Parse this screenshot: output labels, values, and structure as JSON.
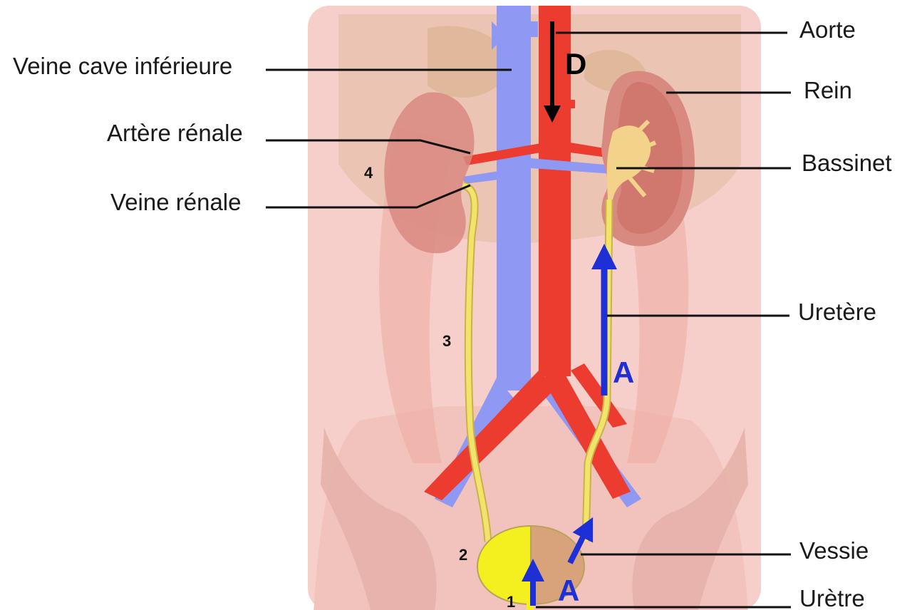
{
  "labels": {
    "aorte": "Aorte",
    "veine_cave": "Veine cave inférieure",
    "rein": "Rein",
    "artere_renale": "Artère rénale",
    "bassinet": "Bassinet",
    "veine_renale": "Veine rénale",
    "uretere": "Uretère",
    "vessie": "Vessie",
    "uretre": "Urètre"
  },
  "markers": {
    "n1": "1",
    "n2": "2",
    "n3": "3",
    "n4": "4",
    "descending": "D",
    "ascending_upper": "A",
    "ascending_lower": "A"
  },
  "colors": {
    "skin": "#f6cfca",
    "body_shade": "#efbab3",
    "liver": "#d9b38e",
    "kidney": "#d98a80",
    "kidney_inner": "#c96b63",
    "pelvis": "#f3d38a",
    "aorta": "#ec3b2f",
    "vena_cava": "#8f98f3",
    "ureter": "#f2e36a",
    "bladder_left": "#f4f020",
    "bladder_right": "#d8a37a",
    "arrow_blue": "#1f2fd6",
    "arrow_black": "#000000"
  },
  "icons": {
    "up_arrow": "arrow-up-icon",
    "down_arrow": "arrow-down-icon"
  }
}
